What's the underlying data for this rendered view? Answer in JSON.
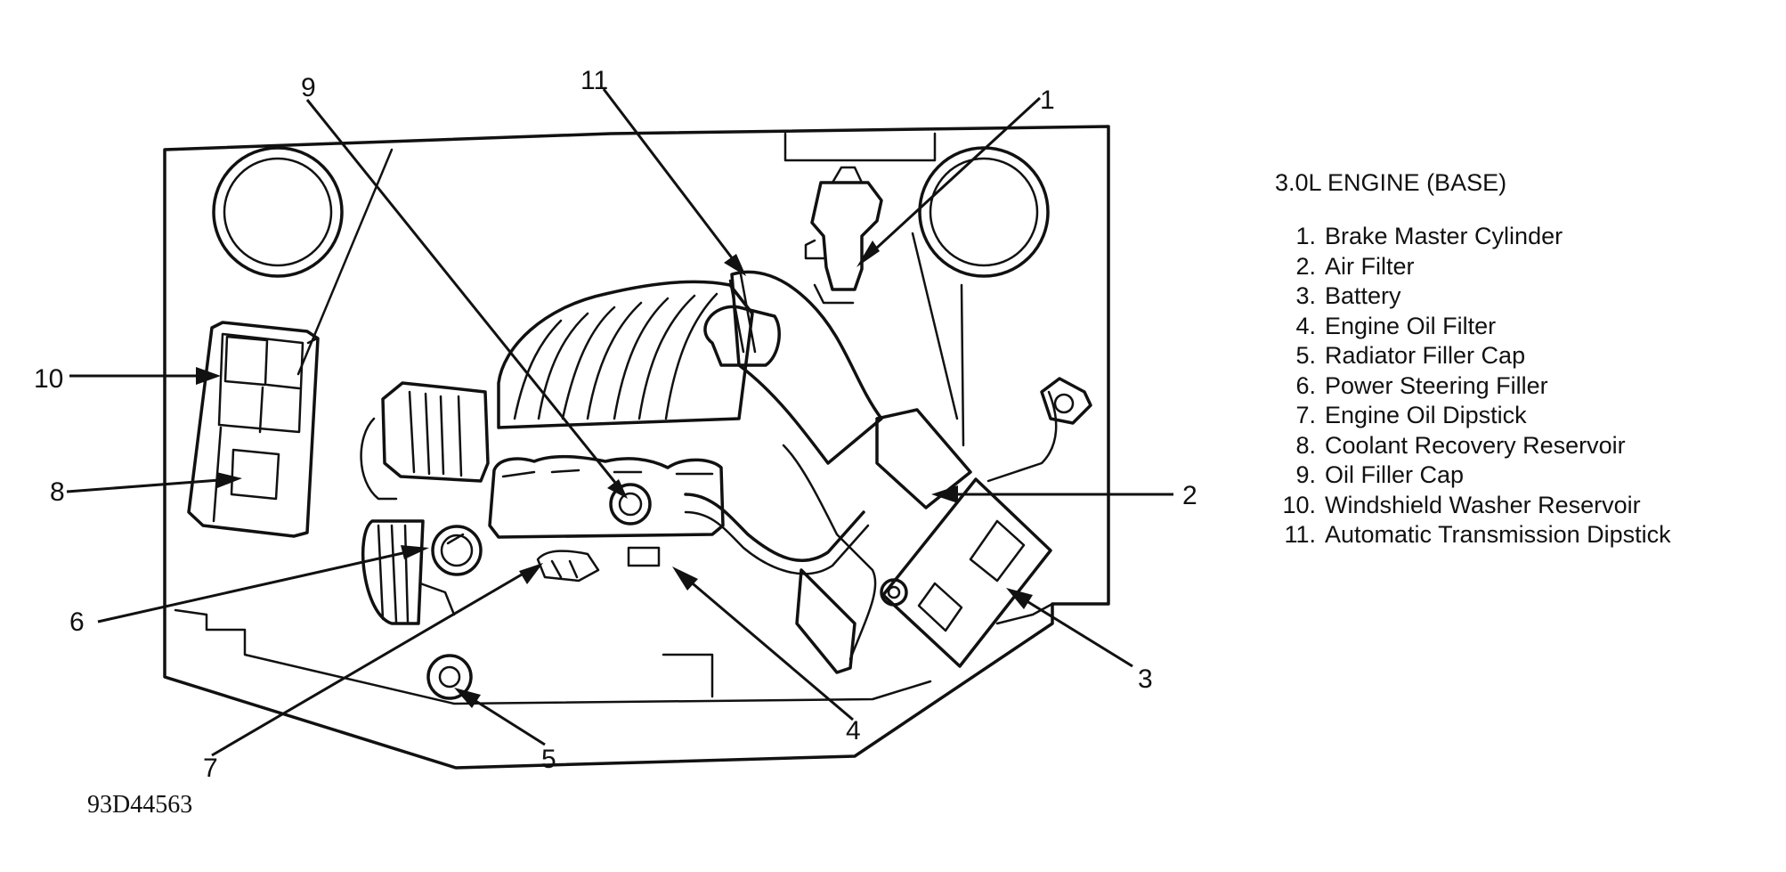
{
  "title": "3.0L ENGINE (BASE)",
  "figure_id": "93D44563",
  "legend": [
    {
      "num": "1.",
      "label": "Brake Master Cylinder"
    },
    {
      "num": "2.",
      "label": "Air Filter"
    },
    {
      "num": "3.",
      "label": "Battery"
    },
    {
      "num": "4.",
      "label": "Engine Oil Filter"
    },
    {
      "num": "5.",
      "label": "Radiator Filler Cap"
    },
    {
      "num": "6.",
      "label": "Power Steering Filler"
    },
    {
      "num": "7.",
      "label": "Engine Oil Dipstick"
    },
    {
      "num": "8.",
      "label": "Coolant Recovery Reservoir"
    },
    {
      "num": "9.",
      "label": "Oil Filler Cap"
    },
    {
      "num": "10.",
      "label": "Windshield Washer Reservoir"
    },
    {
      "num": "11.",
      "label": "Automatic Transmission Dipstick"
    }
  ],
  "callouts": {
    "c1": "1",
    "c2": "2",
    "c3": "3",
    "c4": "4",
    "c5": "5",
    "c6": "6",
    "c7": "7",
    "c8": "8",
    "c9": "9",
    "c10": "10",
    "c11": "11"
  }
}
